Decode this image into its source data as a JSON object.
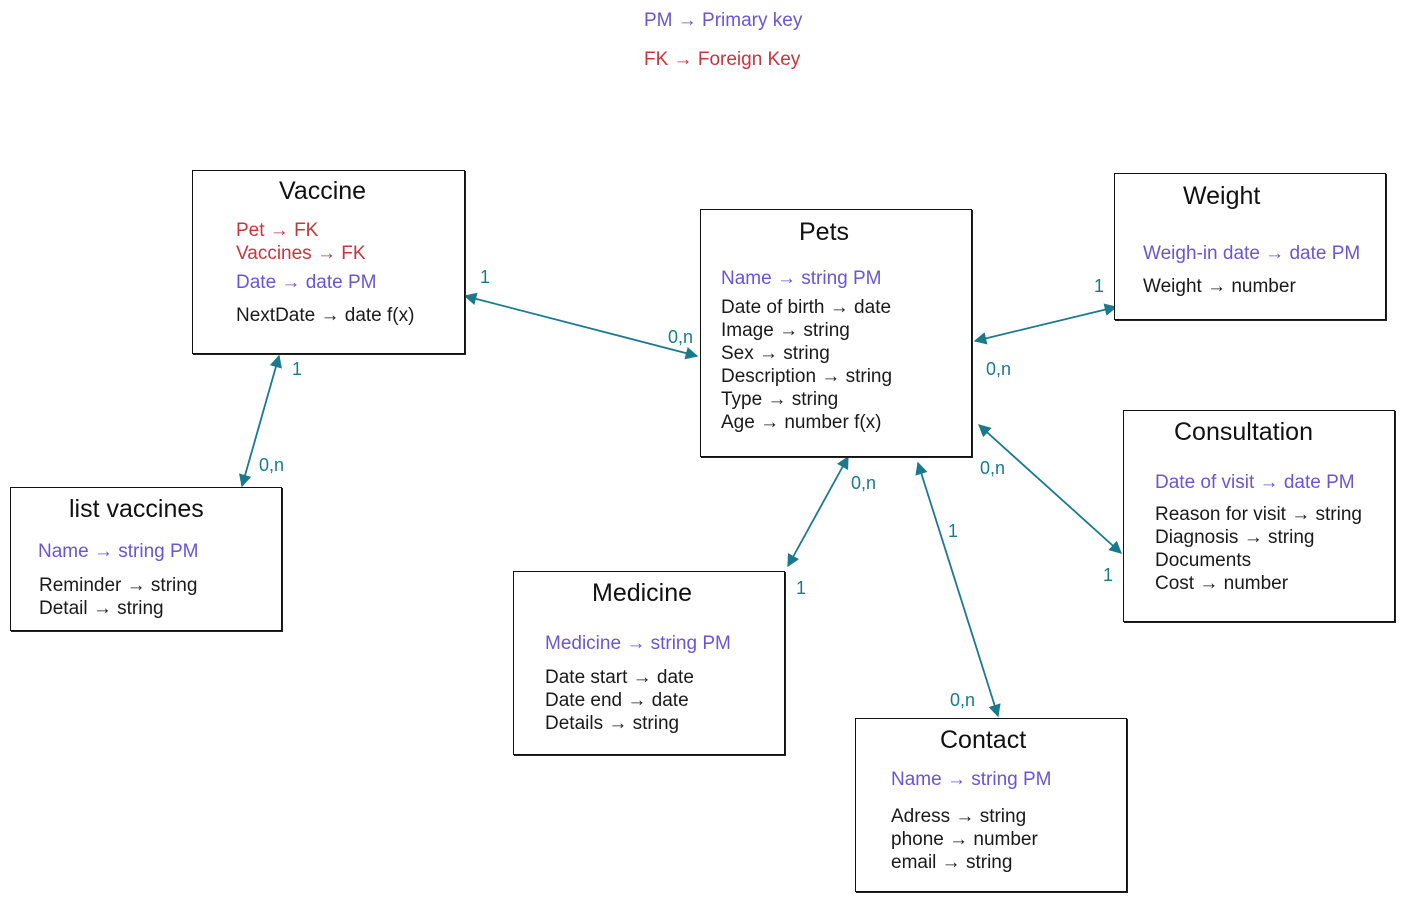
{
  "legend": {
    "pk": "PM  → Primary key",
    "fk": "FK → Foreign Key"
  },
  "colors": {
    "primary_key": "#6a55d4",
    "foreign_key": "#c8353d",
    "relationship": "#1a7a8c"
  },
  "entities": {
    "vaccine": {
      "title": "Vaccine",
      "attrs": [
        "Pet  → FK",
        "Vaccines → FK",
        "Date → date PM",
        "NextDate → date f(x)"
      ]
    },
    "list_vaccines": {
      "title": "list vaccines",
      "attrs": [
        "Name  → string PM",
        "Reminder → string",
        "Detail → string"
      ]
    },
    "pets": {
      "title": "Pets",
      "attrs": [
        "Name  → string PM",
        "Date of birth → date",
        "Image → string",
        "Sex → string",
        "Description → string",
        "Type → string",
        "Age → number f(x)"
      ]
    },
    "weight": {
      "title": "Weight",
      "attrs": [
        "Weigh-in date → date PM",
        "Weight → number"
      ]
    },
    "consultation": {
      "title": "Consultation",
      "attrs": [
        "Date of visit → date PM",
        "Reason for visit → string",
        "Diagnosis → string",
        "Documents",
        "Cost → number"
      ]
    },
    "medicine": {
      "title": "Medicine",
      "attrs": [
        "Medicine  → string PM",
        "Date start → date",
        "Date end → date",
        "Details → string"
      ]
    },
    "contact": {
      "title": "Contact",
      "attrs": [
        "Name → string PM",
        "Adress → string",
        "phone → number",
        "email → string"
      ]
    }
  },
  "cardinalities": {
    "vaccine_pets_vaccine": "1",
    "vaccine_pets_pets": "0,n",
    "vaccine_list_vaccine": "1",
    "vaccine_list_list": "0,n",
    "weight_pets_weight": "1",
    "weight_pets_pets": "0,n",
    "consultation_pets_pets": "0,n",
    "consultation_pets_consultation": "1",
    "medicine_pets_pets": "0,n",
    "medicine_pets_medicine": "1",
    "contact_pets_pets": "1",
    "contact_pets_contact": "0,n"
  }
}
